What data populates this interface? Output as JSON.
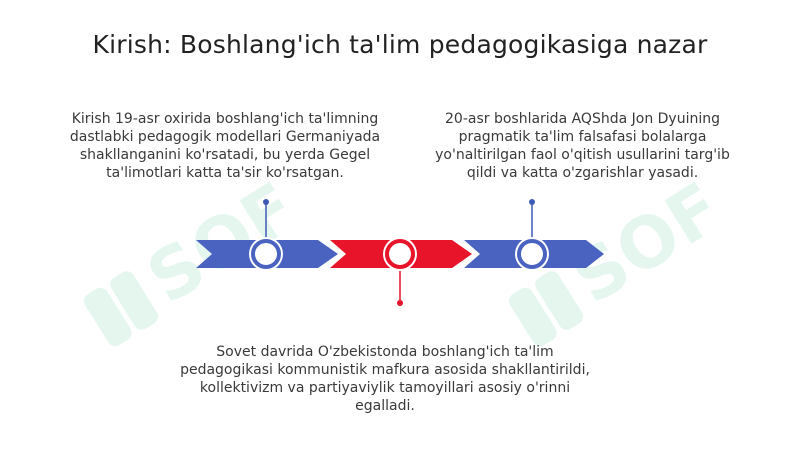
{
  "slide": {
    "title": "Kirish: Boshlang'ich ta'lim pedagogikasiga nazar"
  },
  "timeline": {
    "events": [
      {
        "text": "Kirish 19-asr oxirida boshlang'ich ta'limning\ndastlabki pedagogik modellari Germaniyada\nshakllanganini ko'rsatadi, bu yerda Gegel\nta'limotlari katta ta'sir ko'rsatgan.",
        "color": "#4a63c0"
      },
      {
        "text": "Sovet davrida O'zbekistonda boshlang'ich ta'lim\npedagogikasi kommunistik mafkura asosida shakllantirildi,\nkollektivizm va partiyaviylik tamoyillari asosiy o'rinni\negalladi.",
        "color": "#e8142a"
      },
      {
        "text": "20-asr boshlarida AQShda Jon Dyuining\npragmatik ta'lim falsafasi bolalarga\nyo'naltirilgan faol o'qitish usullarini targ'ib\nqildi va katta o'zgarishlar yasadi.",
        "color": "#4a63c0"
      }
    ],
    "arrow_colors": {
      "blue": "#4a63c0",
      "red": "#e8142a",
      "connector": "#3f5ab5"
    }
  },
  "watermark": {
    "text": "SOF",
    "color": "#3cc28a"
  }
}
